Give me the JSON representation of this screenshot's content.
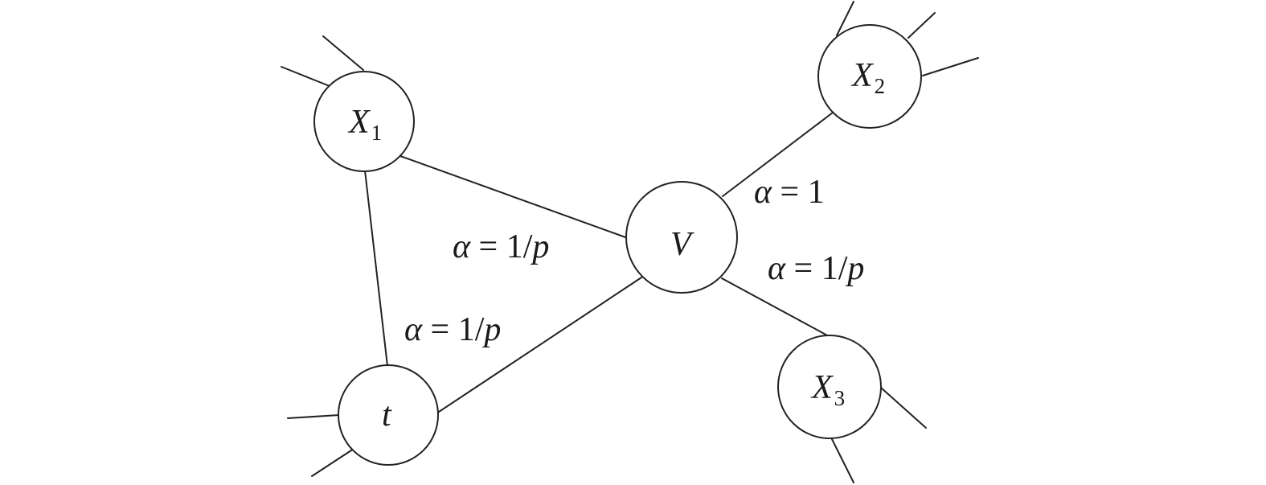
{
  "diagram": {
    "nodes": {
      "x1": {
        "main": "X",
        "sub": "1"
      },
      "x2": {
        "main": "X",
        "sub": "2"
      },
      "x3": {
        "main": "X",
        "sub": "3"
      },
      "v": {
        "main": "V"
      },
      "t": {
        "main": "t"
      }
    },
    "edge_labels": {
      "v_x1": {
        "alpha": "α",
        "eq": " = 1/",
        "p": "p"
      },
      "t_v": {
        "alpha": "α",
        "eq": " = 1/",
        "p": "p"
      },
      "v_x2": {
        "alpha": "α",
        "eq": " = 1"
      },
      "v_x3": {
        "alpha": "α",
        "eq": " = 1/",
        "p": "p"
      }
    }
  }
}
